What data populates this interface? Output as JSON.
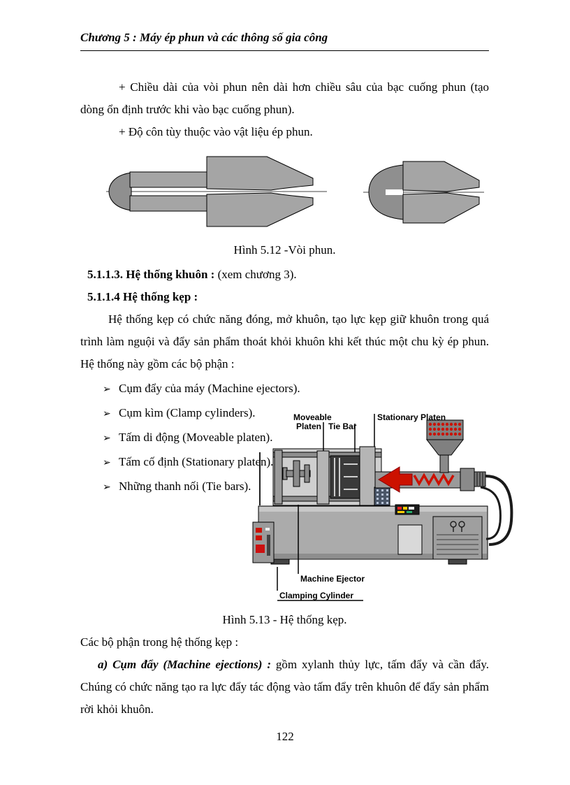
{
  "page": {
    "header_title": "Chương 5 : Máy ép phun và các thông số gia công",
    "page_number": "122"
  },
  "intro": {
    "para1": "+ Chiều dài của vòi phun nên dài hơn chiều sâu của bạc cuống phun (tạo dòng ổn định trước khi vào bạc cuống phun).",
    "para2": "+ Độ côn tùy thuộc vào vật liệu ép phun."
  },
  "figure_512": {
    "caption": "Hình 5.12 -Vòi phun."
  },
  "sections": {
    "s5113_heading": "5.1.1.3. Hệ thống khuôn :",
    "s5113_note": " (xem chương 3).",
    "s5114_heading": "5.1.1.4 Hệ thống kẹp :",
    "s5114_para": "Hệ thống kẹp có chức năng đóng, mở khuôn, tạo lực kẹp giữ khuôn trong quá trình làm nguội và đẩy sản phẩm thoát khỏi khuôn khi kết thúc một chu kỳ ép phun. Hệ thống này gồm các bộ phận :",
    "bullet_glyph": "➢",
    "bullets": [
      {
        "label": "Cụm đẩy của máy (Machine ejectors)."
      },
      {
        "label": "Cụm kìm (Clamp cylinders)."
      },
      {
        "label": "Tấm di động (Moveable platen)."
      },
      {
        "label": "Tấm cố định (Stationary platen)."
      },
      {
        "label": "Những thanh nối (Tie bars)."
      }
    ]
  },
  "figure_513": {
    "labels": {
      "moveable_platen_line1": "Moveable",
      "moveable_platen_line2": "Platen",
      "tie_bar": "Tie Bar",
      "stationary_platen": "Stationary Platen",
      "machine_ejector": "Machine Ejector",
      "clamping_cylinder": "Clamping Cylinder"
    },
    "caption": "Hình 5.13 - Hệ thống kẹp.",
    "colors": {
      "accent_red": "#cc1100",
      "machine_gray": "#a8a8a8"
    }
  },
  "closing": {
    "para_lead": "Các bộ phận trong hệ thống kẹp :",
    "item_a_heading": "a) Cụm đẩy  (Machine ejections) :",
    "item_a_text": " gồm xylanh thủy lực, tấm đẩy và cần đẩy. Chúng có chức năng tạo ra lực đẩy tác động vào tấm đẩy trên khuôn để đẩy sản phẩm rời khỏi khuôn."
  }
}
